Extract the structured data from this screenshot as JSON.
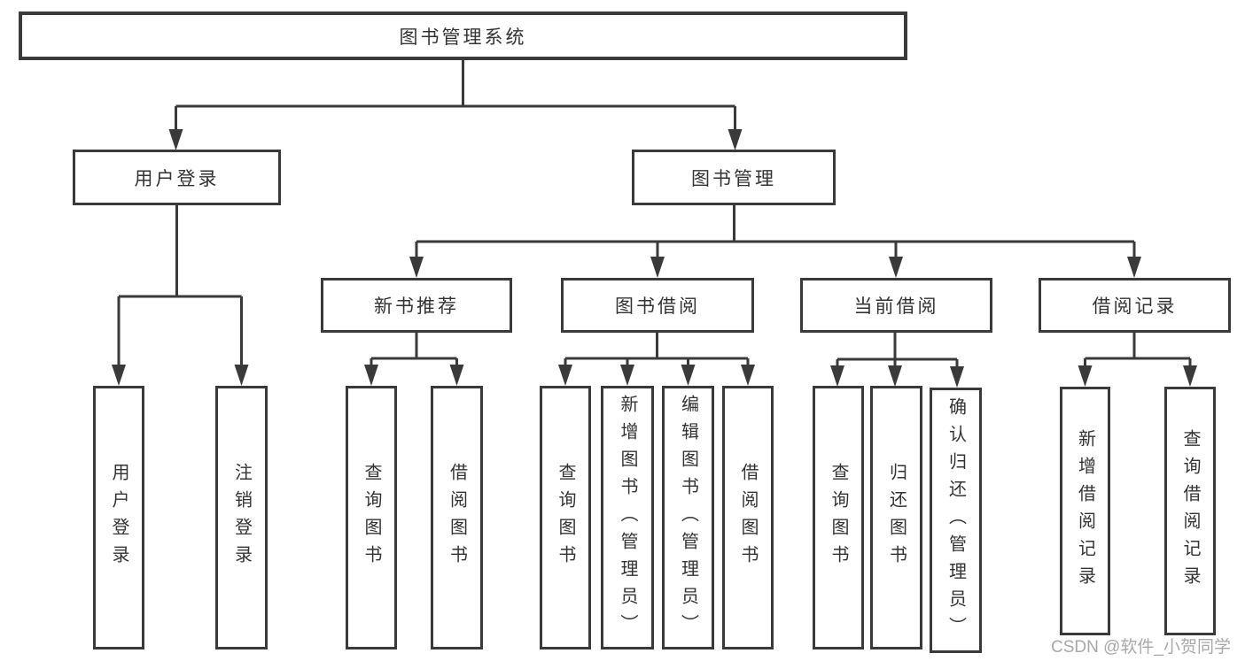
{
  "title": "图书管理系统",
  "watermark": "CSDN @软件_小贺同学",
  "colors": {
    "line": "#3a3a3a",
    "text": "#333333",
    "background": "#ffffff",
    "watermark": "#a8a8a8"
  },
  "nodes": {
    "root": {
      "label": "图书管理系统"
    },
    "user_login": {
      "label": "用户登录"
    },
    "book_mgmt": {
      "label": "图书管理"
    },
    "leaf_user_login": {
      "label": "用户登录"
    },
    "leaf_logout_login": {
      "label": "注销登录"
    },
    "new_book_rec": {
      "label": "新书推荐"
    },
    "book_borrow": {
      "label": "图书借阅"
    },
    "current_borrow": {
      "label": "当前借阅"
    },
    "borrow_records": {
      "label": "借阅记录"
    },
    "rec_query_book": {
      "label": "查询图书"
    },
    "rec_borrow_book": {
      "label": "借阅图书"
    },
    "bb_query_book": {
      "label": "查询图书"
    },
    "bb_add_book": {
      "label": "新增图书（管理员）"
    },
    "bb_edit_book": {
      "label": "编辑图书（管理员）"
    },
    "bb_borrow_book": {
      "label": "借阅图书"
    },
    "cb_query_book": {
      "label": "查询图书"
    },
    "cb_return_book": {
      "label": "归还图书"
    },
    "cb_confirm_return": {
      "label": "确认归还（管理员）"
    },
    "br_add_record": {
      "label": "新增借阅记录"
    },
    "br_query_record": {
      "label": "查询借阅记录"
    }
  },
  "edges": [
    [
      "root",
      "user_login"
    ],
    [
      "root",
      "book_mgmt"
    ],
    [
      "user_login",
      "leaf_user_login"
    ],
    [
      "user_login",
      "leaf_logout_login"
    ],
    [
      "book_mgmt",
      "new_book_rec"
    ],
    [
      "book_mgmt",
      "book_borrow"
    ],
    [
      "book_mgmt",
      "current_borrow"
    ],
    [
      "book_mgmt",
      "borrow_records"
    ],
    [
      "new_book_rec",
      "rec_query_book"
    ],
    [
      "new_book_rec",
      "rec_borrow_book"
    ],
    [
      "book_borrow",
      "bb_query_book"
    ],
    [
      "book_borrow",
      "bb_add_book"
    ],
    [
      "book_borrow",
      "bb_edit_book"
    ],
    [
      "book_borrow",
      "bb_borrow_book"
    ],
    [
      "current_borrow",
      "cb_query_book"
    ],
    [
      "current_borrow",
      "cb_return_book"
    ],
    [
      "current_borrow",
      "cb_confirm_return"
    ],
    [
      "borrow_records",
      "br_add_record"
    ],
    [
      "borrow_records",
      "br_query_record"
    ]
  ]
}
